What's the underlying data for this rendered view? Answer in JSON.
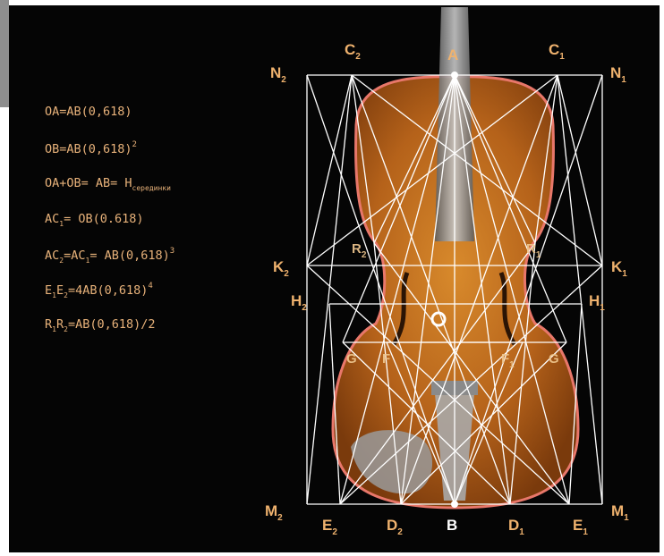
{
  "colors": {
    "background": "#050505",
    "text_accent": "#e8b27a",
    "label_accent": "#efb26e",
    "lines": "#ffffff",
    "outline": "#e8776a",
    "violin_body": "#c06b18"
  },
  "formulas": [
    {
      "parts": [
        "OA=AB(0,618)"
      ]
    },
    {
      "parts": [
        "OB=AB(0,618)",
        {
          "sup": "2"
        }
      ]
    },
    {
      "parts": [
        "OA+OB= AB= H",
        {
          "sub": "серединки"
        }
      ]
    },
    {
      "parts": [
        "AC",
        {
          "sub": "1"
        },
        "= OB(0.618)"
      ]
    },
    {
      "parts": [
        "AC",
        {
          "sub": "2"
        },
        "=AC",
        {
          "sub": "1"
        },
        "= AB(0,618)",
        {
          "sup": "3"
        }
      ]
    },
    {
      "parts": [
        "E",
        {
          "sub": "1"
        },
        "E",
        {
          "sub": "2"
        },
        "=4AB(0,618)",
        {
          "sup": "4"
        }
      ]
    },
    {
      "parts": [
        "R",
        {
          "sub": "1"
        },
        "R",
        {
          "sub": "2"
        },
        "=AB(0,618)/2"
      ]
    }
  ],
  "points": {
    "N2": {
      "main": "N",
      "sub": "2"
    },
    "C2": {
      "main": "C",
      "sub": "2"
    },
    "A": {
      "main": "A",
      "sub": ""
    },
    "C1": {
      "main": "C",
      "sub": "1"
    },
    "N1": {
      "main": "N",
      "sub": "1"
    },
    "R2": {
      "main": "R",
      "sub": "2"
    },
    "R1": {
      "main": "R",
      "sub": "1"
    },
    "K2": {
      "main": "K",
      "sub": "2"
    },
    "K1": {
      "main": "K",
      "sub": "1"
    },
    "H2": {
      "main": "H",
      "sub": "2"
    },
    "H1": {
      "main": "H",
      "sub": "1"
    },
    "G": {
      "main": "G",
      "sub": ""
    },
    "F": {
      "main": "F",
      "sub": ""
    },
    "F1": {
      "main": "F",
      "sub": "1"
    },
    "G1": {
      "main": "G",
      "sub": ""
    },
    "M2": {
      "main": "M",
      "sub": "2"
    },
    "E2": {
      "main": "E",
      "sub": "2"
    },
    "D2": {
      "main": "D",
      "sub": "2"
    },
    "B": {
      "main": "B",
      "sub": ""
    },
    "D1": {
      "main": "D",
      "sub": "1"
    },
    "E1": {
      "main": "E",
      "sub": "1"
    },
    "M1": {
      "main": "M",
      "sub": "1"
    }
  }
}
